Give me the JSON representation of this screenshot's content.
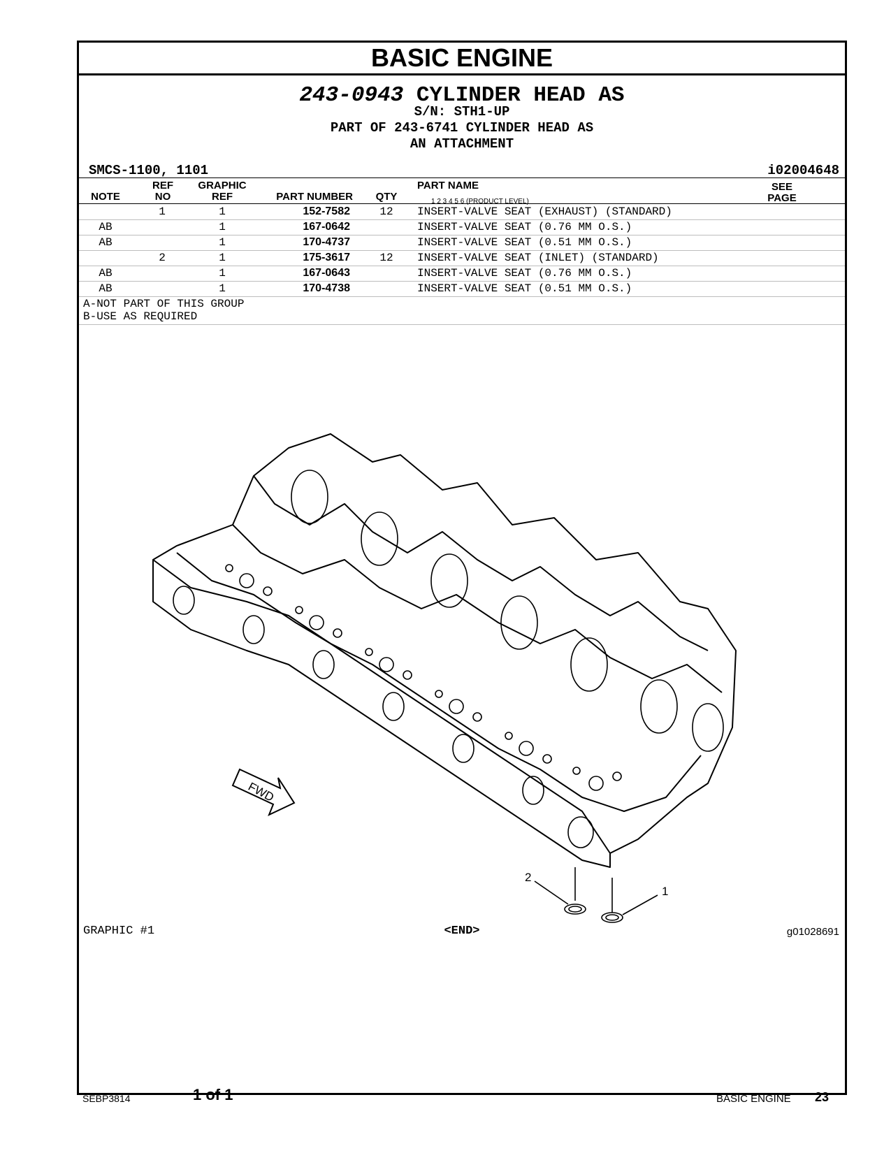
{
  "header": {
    "section_title": "BASIC ENGINE",
    "part_number": "243-0943",
    "part_title": "CYLINDER HEAD AS",
    "serial": "S/N: STH1-UP",
    "part_of": "PART OF 243-6741 CYLINDER HEAD AS",
    "attachment": "AN ATTACHMENT",
    "smcs": "SMCS-1100, 1101",
    "illustration_id": "i02004648"
  },
  "columns": {
    "note": "NOTE",
    "ref_no_1": "REF",
    "ref_no_2": "NO",
    "graphic_ref_1": "GRAPHIC",
    "graphic_ref_2": "REF",
    "part_number": "PART NUMBER",
    "qty": "QTY",
    "part_name": "PART NAME",
    "product_level": "1   2   3   4   5   6   (PRODUCT LEVEL)",
    "see_page_1": "SEE",
    "see_page_2": "PAGE"
  },
  "rows": [
    {
      "note": "",
      "ref_no": "1",
      "graphic_ref": "1",
      "part_number": "152-7582",
      "qty": "12",
      "part_name": "INSERT-VALVE SEAT (EXHAUST) (STANDARD)"
    },
    {
      "note": "AB",
      "ref_no": "",
      "graphic_ref": "1",
      "part_number": "167-0642",
      "qty": "",
      "part_name": "INSERT-VALVE SEAT (0.76 MM O.S.)"
    },
    {
      "note": "AB",
      "ref_no": "",
      "graphic_ref": "1",
      "part_number": "170-4737",
      "qty": "",
      "part_name": "INSERT-VALVE SEAT (0.51 MM O.S.)"
    },
    {
      "note": "",
      "ref_no": "2",
      "graphic_ref": "1",
      "part_number": "175-3617",
      "qty": "12",
      "part_name": "INSERT-VALVE SEAT (INLET) (STANDARD)"
    },
    {
      "note": "AB",
      "ref_no": "",
      "graphic_ref": "1",
      "part_number": "167-0643",
      "qty": "",
      "part_name": "INSERT-VALVE SEAT (0.76 MM O.S.)"
    },
    {
      "note": "AB",
      "ref_no": "",
      "graphic_ref": "1",
      "part_number": "170-4738",
      "qty": "",
      "part_name": "INSERT-VALVE SEAT (0.51 MM O.S.)"
    }
  ],
  "notes": [
    "A-NOT PART OF THIS GROUP",
    "B-USE AS REQUIRED"
  ],
  "graphic": {
    "label": "GRAPHIC #1",
    "end": "<END>",
    "graphic_id": "g01028691",
    "fwd_label": "FWD",
    "callout_1": "1",
    "callout_2": "2"
  },
  "footer": {
    "doc_id": "SEBP3814",
    "page_count": "1 of 1",
    "section": "BASIC ENGINE",
    "page_number": "23"
  }
}
